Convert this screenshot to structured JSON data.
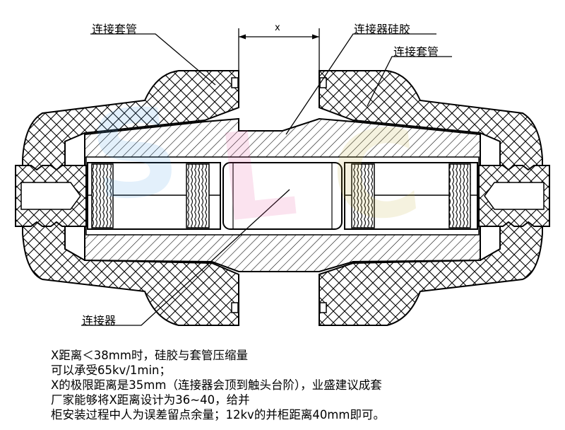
{
  "labels": {
    "sleeve_left": "连接套管",
    "silicone": "连接器硅胶",
    "sleeve_right": "连接套管",
    "connector": "连接器",
    "dimension_x": "x"
  },
  "note_lines": [
    "X距离＜38mm时，硅胶与套管压缩量",
    "可以承受65kv/1min；",
    "X的极限距离是35mm（连接器会顶到触头台阶），业盛建议成套",
    "厂家能够将X距离设计为36~40，给并",
    "柜安装过程中人为误差留点余量；12kv的并柜距离40mm即可。"
  ],
  "colors": {
    "line": "#000000",
    "background": "#ffffff",
    "watermark_1": "#5aa8e8",
    "watermark_2": "#e85aa0",
    "watermark_3": "#c8b440"
  }
}
